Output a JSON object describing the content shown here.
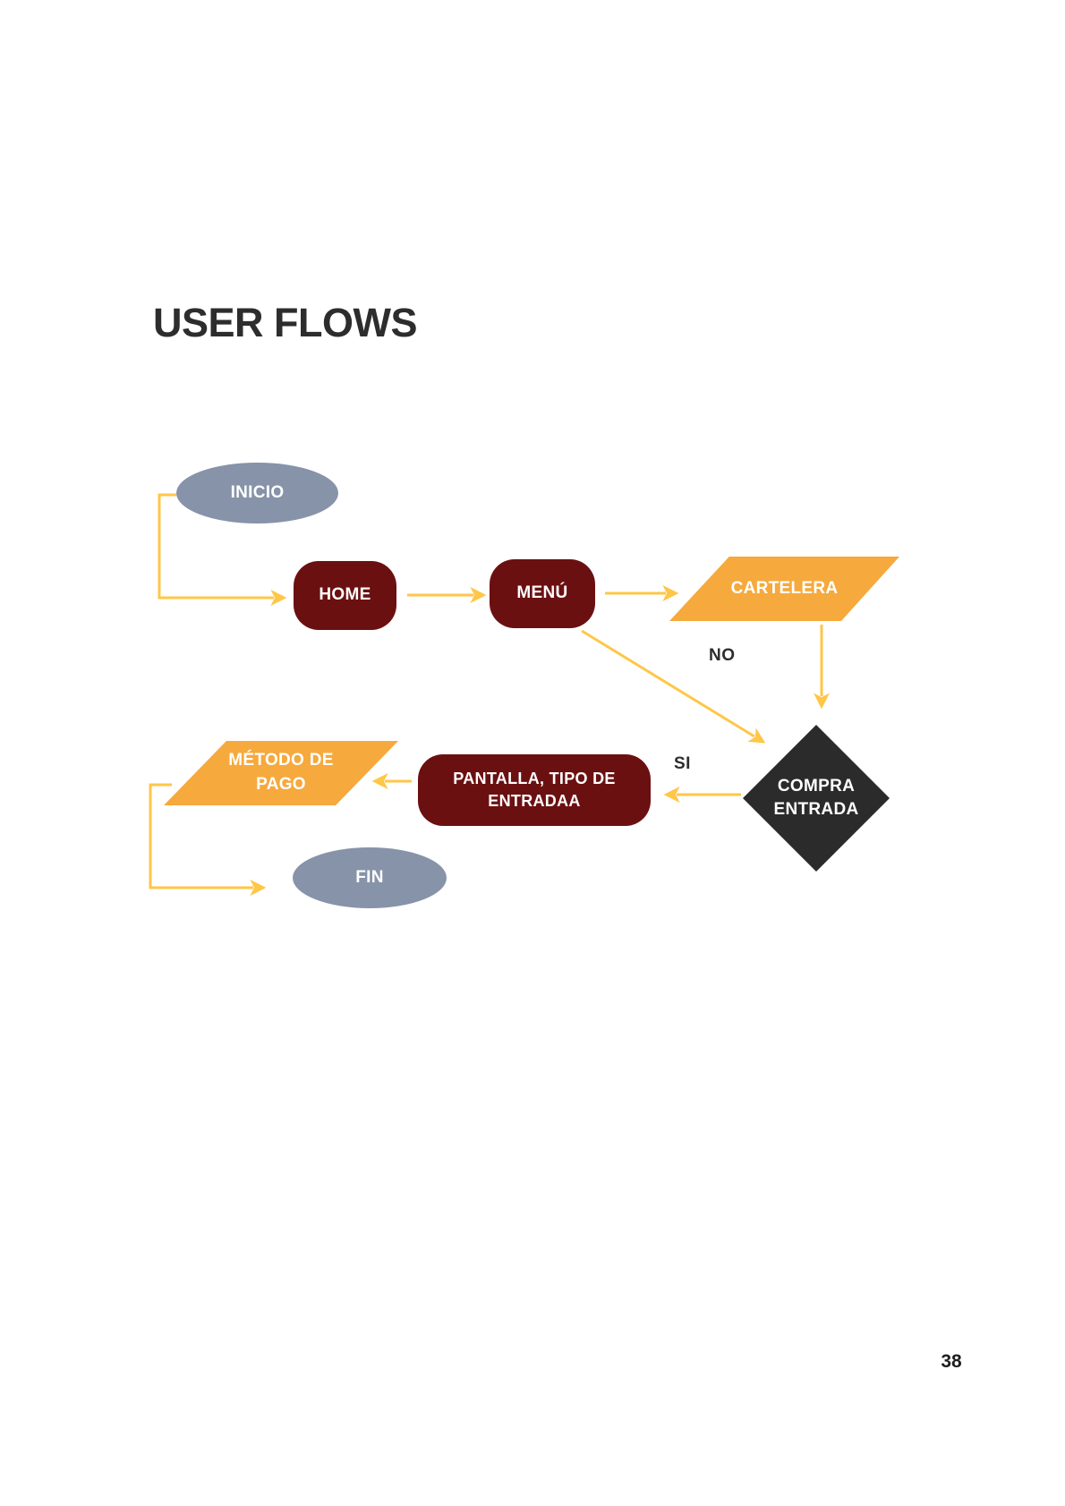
{
  "page": {
    "title": "USER FLOWS",
    "page_number": "38"
  },
  "colors": {
    "background": "#FFFFFF",
    "terminator_fill": "#8693A9",
    "process_fill": "#6B1011",
    "io_fill": "#F6A93C",
    "decision_fill": "#2B2B2B",
    "connector": "#FFC647",
    "node_text": "#FFFFFF",
    "edge_label_text": "#2D2D2D",
    "title_text": "#2D2D2D"
  },
  "nodes": {
    "inicio": {
      "label": "INICIO",
      "shape": "ellipse"
    },
    "home": {
      "label": "HOME",
      "shape": "rounded-rect"
    },
    "menu": {
      "label": "MENÚ",
      "shape": "rounded-rect"
    },
    "cartelera": {
      "label": "CARTELERA",
      "shape": "parallelogram"
    },
    "compra_entrada": {
      "line1": "COMPRA",
      "line2": "ENTRADA",
      "shape": "diamond"
    },
    "pantalla": {
      "line1": "PANTALLA, TIPO DE",
      "line2": "ENTRADAA",
      "shape": "rounded-rect"
    },
    "metodo_pago": {
      "line1": "MÉTODO DE",
      "line2": "PAGO",
      "shape": "parallelogram"
    },
    "fin": {
      "label": "FIN",
      "shape": "ellipse"
    }
  },
  "edge_labels": {
    "no": "NO",
    "si": "SI"
  },
  "edges": [
    {
      "from": "INICIO",
      "to": "HOME",
      "label": ""
    },
    {
      "from": "HOME",
      "to": "MENÚ",
      "label": ""
    },
    {
      "from": "MENÚ",
      "to": "CARTELERA",
      "label": ""
    },
    {
      "from": "CARTELERA",
      "to": "COMPRA ENTRADA",
      "label": ""
    },
    {
      "from": "MENÚ",
      "to": "COMPRA ENTRADA",
      "label": "NO"
    },
    {
      "from": "COMPRA ENTRADA",
      "to": "PANTALLA, TIPO DE ENTRADAA",
      "label": "SI"
    },
    {
      "from": "PANTALLA, TIPO DE ENTRADAA",
      "to": "MÉTODO DE PAGO",
      "label": ""
    },
    {
      "from": "MÉTODO DE PAGO",
      "to": "FIN",
      "label": ""
    }
  ]
}
